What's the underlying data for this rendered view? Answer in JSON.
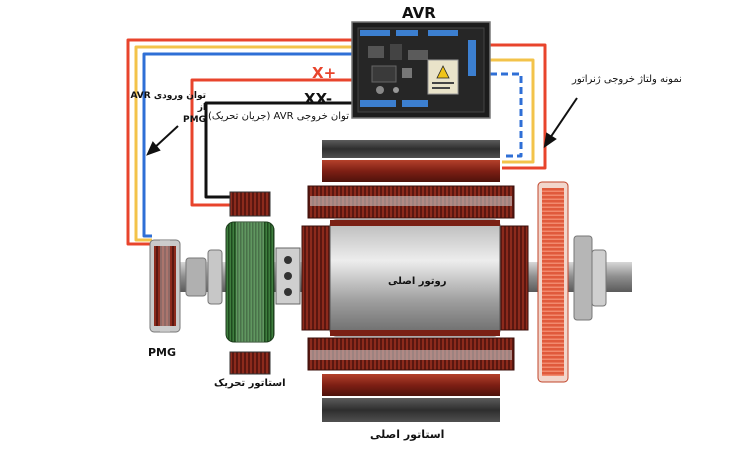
{
  "labels": {
    "avr_title": "AVR",
    "x_plus": "X+",
    "xx_minus": "XX-",
    "avr_output_line1": "توان خروجی AVR",
    "avr_output_line2": "(جریان تحریک)",
    "avr_input_line1": "توان ورودی AVR",
    "avr_input_line2": "از",
    "avr_input_line3": "PMG",
    "voltage_sample": "نمونه ولتاژ خروجی ژنراتور",
    "main_rotor": "روتور اصلی",
    "pmg": "PMG",
    "exciter_stator": "استاتور تحریک",
    "main_stator": "استاتور اصلی"
  },
  "colors": {
    "red_wire": "#e8442c",
    "yellow_wire": "#f3c34a",
    "blue_wire": "#2f6fd6",
    "black_wire": "#111111",
    "copper": "#8b2417",
    "steel": "#9a9a9a",
    "avr_board": "#1c1c1c"
  }
}
